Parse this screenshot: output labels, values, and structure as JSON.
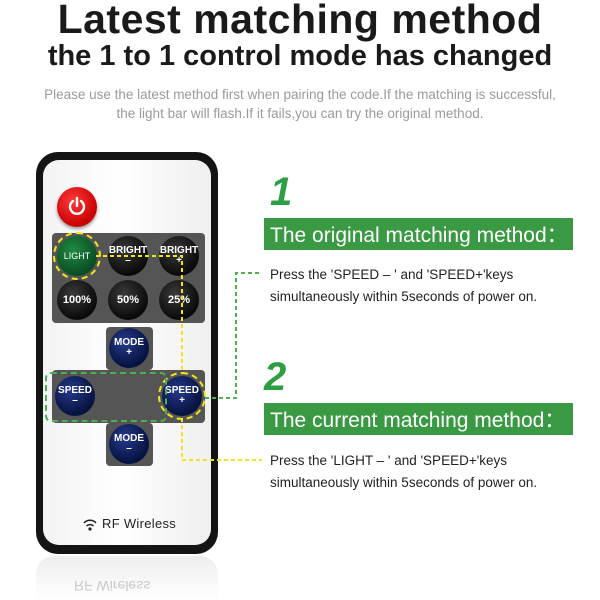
{
  "header": {
    "title": "Latest matching method",
    "subtitle": "the 1 to 1 control mode has changed",
    "hint_line1": "Please use the latest method first when pairing the code.If the matching is successful,",
    "hint_line2": "the light bar will flash.If it fails,you can try the original method."
  },
  "remote": {
    "buttons": {
      "light": "LIGHT",
      "bright_minus": "BRIGHT",
      "bright_minus_sign": "–",
      "bright_plus": "BRIGHT",
      "bright_plus_sign": "+",
      "pct100": "100%",
      "pct50": "50%",
      "pct25": "25%",
      "mode_plus": "MODE",
      "mode_plus_sign": "+",
      "speed_minus": "SPEED",
      "speed_minus_sign": "–",
      "speed_plus": "SPEED",
      "speed_plus_sign": "+",
      "mode_minus": "MODE",
      "mode_minus_sign": "–"
    },
    "brand_label": "RF Wireless",
    "power_icon": "power-icon",
    "wifi_icon": "wireless-icon"
  },
  "methods": [
    {
      "number": "1",
      "title": "The original matching method：",
      "line1": "Press the 'SPEED – ' and 'SPEED+'keys",
      "line2": "simultaneously within 5seconds of power on."
    },
    {
      "number": "2",
      "title": "The current matching method：",
      "line1": "Press the 'LIGHT – ' and 'SPEED+'keys",
      "line2": "simultaneously within 5seconds of power on."
    }
  ],
  "colors": {
    "accent_green": "#3a9a44",
    "highlight_yellow": "#f2e320",
    "power_red": "#e00000"
  }
}
